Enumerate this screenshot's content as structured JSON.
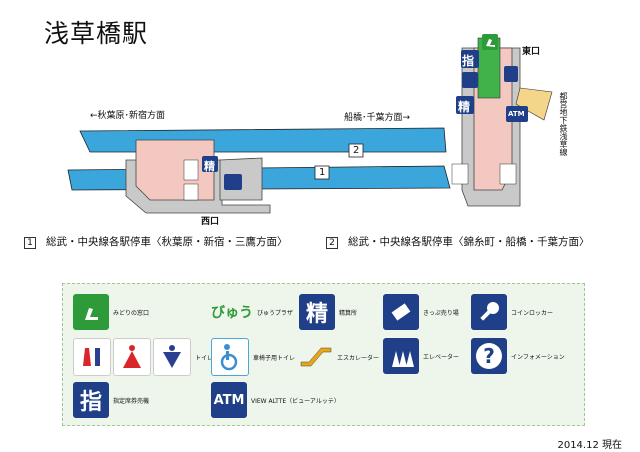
{
  "station": {
    "title": "浅草橋駅"
  },
  "map": {
    "dir_west": "←秋葉原･新宿方面",
    "dir_east": "船橋･千葉方面→",
    "platform_2": "2",
    "platform_1": "1",
    "west_exit": "西口",
    "east_exit": "東口",
    "subway_label": "都営地下鉄浅草線",
    "atm_label": "ATM",
    "seisan_label": "精",
    "shitei_label": "指"
  },
  "captions": [
    {
      "num": "1",
      "text": "総武・中央線各駅停車〈秋葉原・新宿・三鷹方面〉"
    },
    {
      "num": "2",
      "text": "総武・中央線各駅停車〈錦糸町・船橋・千葉方面〉"
    }
  ],
  "legend": {
    "midori": "みどりの窓口",
    "viewplaza_logo": "びゅう",
    "viewplaza": "びゅうプラザ",
    "seisan": "精算所",
    "kippu": "きっぷ売り場",
    "coinlocker": "コインロッカー",
    "toilet": "トイレ",
    "accessible_toilet": "車椅子用トイレ",
    "escalator": "エスカレーター",
    "elevator": "エレベーター",
    "info": "インフォメーション",
    "shitei": "指定席券売機",
    "atm": "VIEW ALTTE（ビューアルッテ）",
    "atm_icon": "ATM",
    "seisan_icon": "精",
    "shitei_icon": "指"
  },
  "footer": {
    "date": "2014.12 現在"
  },
  "colors": {
    "platform": "#3aa6dc",
    "concourse": "#f2c8c0",
    "midori": "#2e9b3a",
    "navy": "#1f3f88",
    "legend_bg": "#eef6ec"
  }
}
